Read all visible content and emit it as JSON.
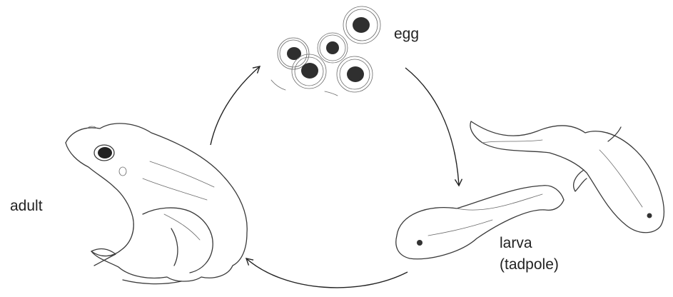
{
  "diagram": {
    "stages": {
      "egg": {
        "label": "egg"
      },
      "larva": {
        "label_line1": "larva",
        "label_line2": "(tadpole)"
      },
      "adult": {
        "label": "adult"
      }
    },
    "cycle_order": [
      "egg",
      "larva",
      "adult"
    ]
  }
}
